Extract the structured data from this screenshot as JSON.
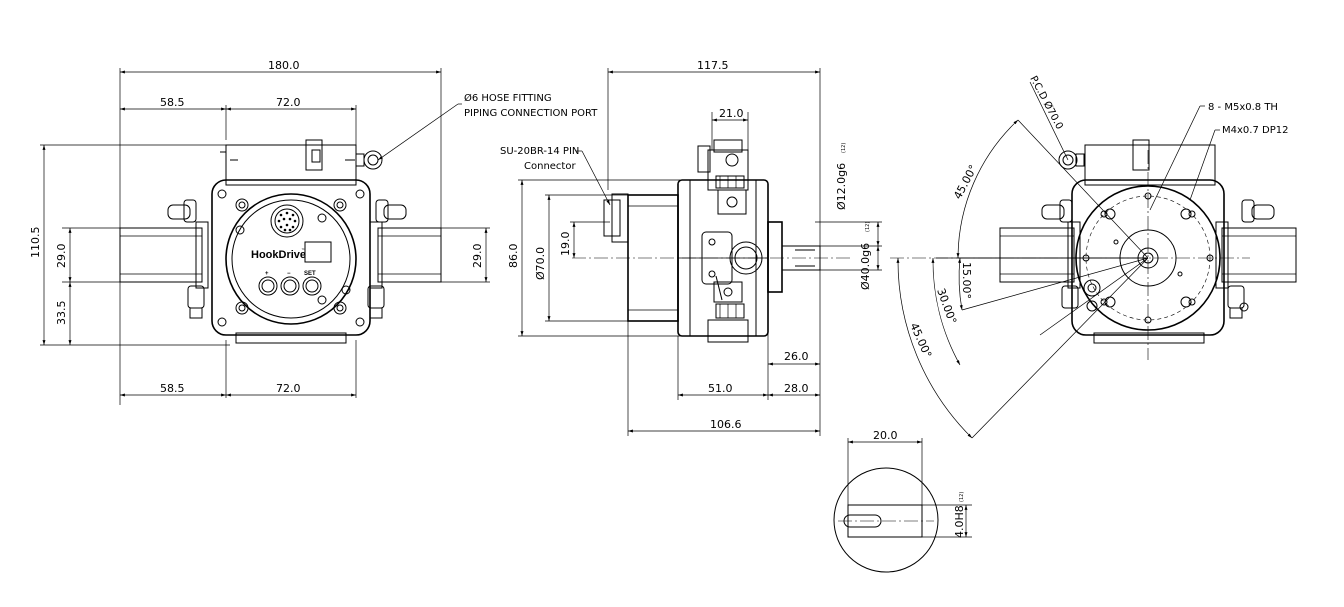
{
  "front_view": {
    "dim_overall_width": "180.0",
    "dim_top_left": "58.5",
    "dim_top_right": "72.0",
    "dim_bottom_left": "58.5",
    "dim_bottom_right": "72.0",
    "dim_overall_height": "110.5",
    "dim_left_upper": "29.0",
    "dim_left_lower": "33.5",
    "dim_right": "29.0",
    "note_hose_line1": "Ø6 HOSE FITTING",
    "note_hose_line2": "PIPING CONNECTION PORT",
    "brand": "HookDrive",
    "trademark": "™",
    "button_labels": [
      "+",
      "−",
      "SET"
    ]
  },
  "side_view": {
    "dim_overall_length": "117.5",
    "dim_top": "21.0",
    "connector_line1": "SU-20BR-14 PIN",
    "connector_line2": "Connector",
    "dim_height": "86.0",
    "dim_body_dia": "Ø70.0",
    "dim_offset": "19.0",
    "dim_shaft_top": "Ø12.0g6",
    "dim_shaft_top_tol": "(12)",
    "dim_shaft_bottom": "Ø40.0g6",
    "dim_shaft_bottom_tol": "(12)",
    "dim_shaft_len": "26.0",
    "dim_body_len": "51.0",
    "dim_shaft_total": "28.0",
    "dim_total_len": "106.6"
  },
  "rear_view": {
    "pcd": "P.C.D Ø70.0",
    "note_tap1": "8 - M5x0.8 TH",
    "note_tap2": "M4x0.7 DP12",
    "angle_top": "45.00°",
    "angle_mid1": "15.00°",
    "angle_mid2": "30.00°",
    "angle_bottom": "45.00°"
  },
  "detail_view": {
    "dim_width": "20.0",
    "dim_key": "4.0H8",
    "dim_key_tol": "(12)"
  }
}
